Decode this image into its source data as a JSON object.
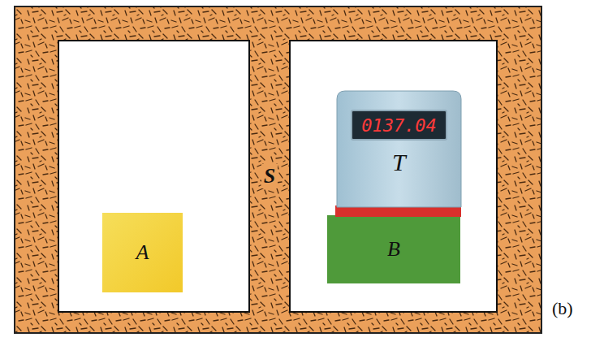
{
  "diagram": {
    "nodes": [
      {
        "text": [
          "A"
        ]
      },
      {
        "text": [
          "S"
        ]
      },
      {
        "text": [
          "0137.04",
          "T"
        ]
      },
      {
        "text": [
          "B"
        ]
      }
    ],
    "labels": [
      "(b)"
    ]
  }
}
